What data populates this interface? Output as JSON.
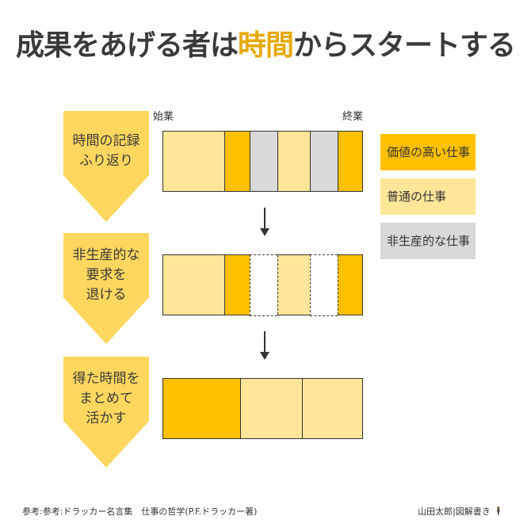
{
  "title": {
    "pre": "成果をあげる者は",
    "highlight": "時間",
    "post": "からスタートする"
  },
  "axis": {
    "start": "始業",
    "end": "終業"
  },
  "steps": [
    {
      "lines": [
        "時間の記録",
        "ふり返り"
      ]
    },
    {
      "lines": [
        "非生産的な",
        "要求を",
        "退ける"
      ]
    },
    {
      "lines": [
        "得た時間を",
        "まとめて",
        "活かす"
      ]
    }
  ],
  "bars": [
    [
      {
        "type": "normal",
        "share": 78
      },
      {
        "type": "high",
        "share": 32
      },
      {
        "type": "non",
        "share": 35
      },
      {
        "type": "normal",
        "share": 42
      },
      {
        "type": "non",
        "share": 35
      },
      {
        "type": "high",
        "share": 31
      }
    ],
    [
      {
        "type": "normal",
        "share": 78
      },
      {
        "type": "high",
        "share": 32
      },
      {
        "type": "removed",
        "share": 35
      },
      {
        "type": "normal",
        "share": 42
      },
      {
        "type": "removed",
        "share": 35
      },
      {
        "type": "high",
        "share": 31
      }
    ],
    [
      {
        "type": "high",
        "share": 98
      },
      {
        "type": "normal",
        "share": 78
      },
      {
        "type": "normal",
        "share": 77
      }
    ]
  ],
  "legend": [
    {
      "type": "high",
      "label": "価値の高い仕事",
      "color": "#ffc000"
    },
    {
      "type": "normal",
      "label": "普通の仕事",
      "color": "#ffe699"
    },
    {
      "type": "non",
      "label": "非生産的な仕事",
      "color": "#d9d9d9"
    }
  ],
  "footer": {
    "source": "参考:参考:ドラッカー名言集　仕事の哲学(P.F.ドラッカー著)",
    "author": "山田太郎|図解書き"
  }
}
